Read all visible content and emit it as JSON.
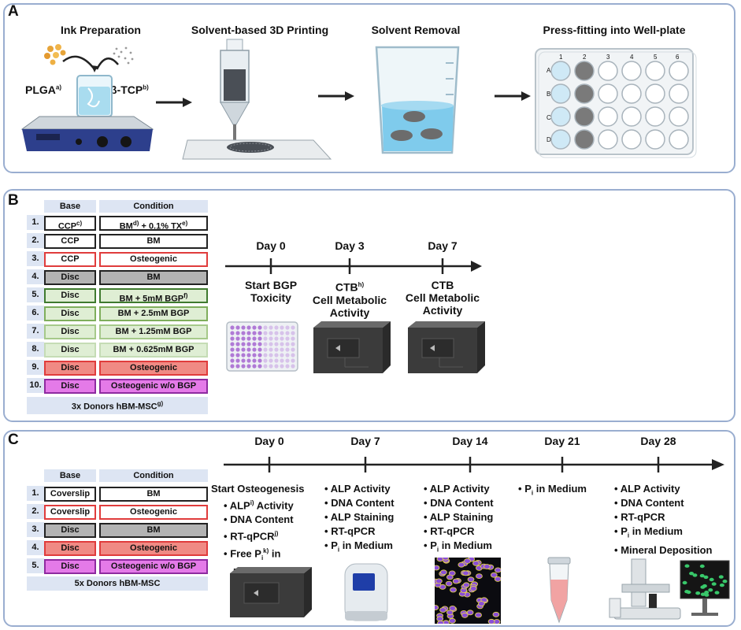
{
  "panelA": {
    "label": "A",
    "steps": [
      "Ink Preparation",
      "Solvent-based 3D Printing",
      "Solvent Removal",
      "Press-fitting into Well-plate"
    ],
    "plga": "PLGA",
    "plga_sup": "a)",
    "btcp": "β-TCP",
    "btcp_sup": "b)",
    "plate_cols": [
      "1",
      "2",
      "3",
      "4",
      "5",
      "6"
    ],
    "plate_rows": [
      "A",
      "B",
      "C",
      "D"
    ]
  },
  "panelB": {
    "label": "B",
    "headers": {
      "base": "Base",
      "condition": "Condition"
    },
    "rows": [
      {
        "num": "1.",
        "base": "CCP",
        "base_sup": "c)",
        "cond": "BM",
        "cond_sup": "d)",
        "cond_rest": " + 0.1% TX",
        "cond_sup2": "e)"
      },
      {
        "num": "2.",
        "base": "CCP",
        "base_sup": "",
        "cond": "BM",
        "cond_sup": "",
        "cond_rest": "",
        "cond_sup2": ""
      },
      {
        "num": "3.",
        "base": "CCP",
        "base_sup": "",
        "cond": "Osteogenic",
        "cond_sup": "",
        "cond_rest": "",
        "cond_sup2": ""
      },
      {
        "num": "4.",
        "base": "Disc",
        "base_sup": "",
        "cond": "BM",
        "cond_sup": "",
        "cond_rest": "",
        "cond_sup2": ""
      },
      {
        "num": "5.",
        "base": "Disc",
        "base_sup": "",
        "cond": "BM + 5mM BGP",
        "cond_sup": "f)",
        "cond_rest": "",
        "cond_sup2": ""
      },
      {
        "num": "6.",
        "base": "Disc",
        "base_sup": "",
        "cond": "BM + 2.5mM BGP",
        "cond_sup": "",
        "cond_rest": "",
        "cond_sup2": ""
      },
      {
        "num": "7.",
        "base": "Disc",
        "base_sup": "",
        "cond": "BM + 1.25mM BGP",
        "cond_sup": "",
        "cond_rest": "",
        "cond_sup2": ""
      },
      {
        "num": "8.",
        "base": "Disc",
        "base_sup": "",
        "cond": "BM + 0.625mM BGP",
        "cond_sup": "",
        "cond_rest": "",
        "cond_sup2": ""
      },
      {
        "num": "9.",
        "base": "Disc",
        "base_sup": "",
        "cond": "Osteogenic",
        "cond_sup": "",
        "cond_rest": "",
        "cond_sup2": ""
      },
      {
        "num": "10.",
        "base": "Disc",
        "base_sup": "",
        "cond": "Osteogenic w/o BGP",
        "cond_sup": "",
        "cond_rest": "",
        "cond_sup2": ""
      }
    ],
    "footer": "3x Donors hBM-MSC",
    "footer_sup": "g)",
    "days": [
      "Day 0",
      "Day 3",
      "Day 7"
    ],
    "day0_text": [
      "Start BGP",
      "Toxicity"
    ],
    "day3_ctb": "CTB",
    "day3_sup": "h)",
    "day3_text": [
      "Cell Metabolic",
      "Activity"
    ],
    "day7_text": [
      "CTB",
      "Cell Metabolic",
      "Activity"
    ]
  },
  "panelC": {
    "label": "C",
    "headers": {
      "base": "Base",
      "condition": "Condition"
    },
    "rows": [
      {
        "num": "1.",
        "base": "Coverslip",
        "cond": "BM"
      },
      {
        "num": "2.",
        "base": "Coverslip",
        "cond": "Osteogenic"
      },
      {
        "num": "3.",
        "base": "Disc",
        "cond": "BM"
      },
      {
        "num": "4.",
        "base": "Disc",
        "cond": "Osteogenic"
      },
      {
        "num": "5.",
        "base": "Disc",
        "cond": "Osteogenic w/o BGP"
      }
    ],
    "footer": "5x Donors hBM-MSC",
    "days": [
      "Day 0",
      "Day 7",
      "Day 14",
      "Day 21",
      "Day 28"
    ],
    "day0": {
      "title": "Start Osteogenesis",
      "alp": "ALP",
      "alp_sup": "i)",
      "alp_rest": " Activity",
      "dna": "DNA Content",
      "rt": "RT-qPCR",
      "rt_sup": "j)",
      "free": "Free P",
      "free_sub": "i",
      "free_sup": "k)",
      "free_rest": " in",
      "medium": "Medium"
    },
    "day7": [
      "ALP Activity",
      "DNA Content",
      "ALP Staining",
      "RT-qPCR"
    ],
    "day14": [
      "ALP Activity",
      "DNA Content",
      "ALP Staining",
      "RT-qPCR"
    ],
    "pi_p": "P",
    "pi_sub": "i",
    "pi_rest": " in Medium",
    "day28": [
      "ALP Activity",
      "DNA Content",
      "RT-qPCR"
    ],
    "day28_last": "Mineral Deposition",
    "bullet": "•"
  },
  "colors": {
    "panel_border": "#9aaed0",
    "header_fill": "#dde5f3",
    "gray": "#b3b3b3",
    "red_border": "#e03c3c",
    "red_fill": "#f08a84",
    "green_dark": "#3f7a2f",
    "green_mid": "#7fae5c",
    "green_light": "#a6c98a",
    "green_fill": "#dfeed4",
    "magenta_fill": "#e47ae8",
    "magenta_border": "#8e2aa0"
  }
}
